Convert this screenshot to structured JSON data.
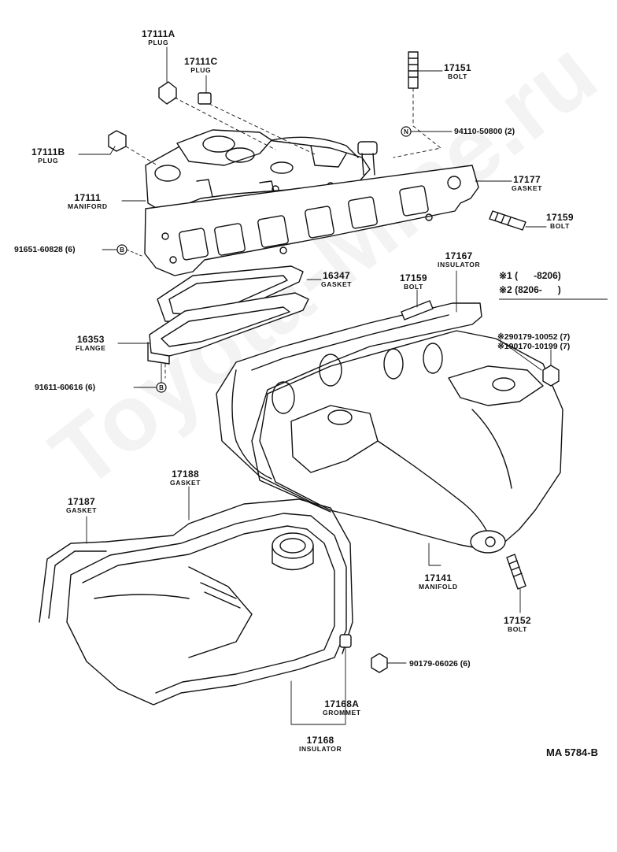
{
  "watermark": "Toyota-Mine.ru",
  "legend": {
    "row1_mark": "※1",
    "row1_text": "(      -8206)",
    "row2_mark": "※2",
    "row2_text": "(8206-      )"
  },
  "reference": "MA 5784-B",
  "callouts": [
    {
      "key": "c17111a",
      "number": "17111A",
      "name": "PLUG"
    },
    {
      "key": "c17111c",
      "number": "17111C",
      "name": "PLUG"
    },
    {
      "key": "c17151",
      "number": "17151",
      "name": "BOLT"
    },
    {
      "key": "c17111b",
      "number": "17111B",
      "name": "PLUG"
    },
    {
      "key": "c17111",
      "number": "17111",
      "name": "MANIFORD"
    },
    {
      "key": "c17177",
      "number": "17177",
      "name": "GASKET"
    },
    {
      "key": "c17159a",
      "number": "17159",
      "name": "BOLT"
    },
    {
      "key": "c16347",
      "number": "16347",
      "name": "GASKET"
    },
    {
      "key": "c17159b",
      "number": "17159",
      "name": "BOLT"
    },
    {
      "key": "c17167",
      "number": "17167",
      "name": "INSULATOR"
    },
    {
      "key": "c16353",
      "number": "16353",
      "name": "FLANGE"
    },
    {
      "key": "c17188",
      "number": "17188",
      "name": "GASKET"
    },
    {
      "key": "c17187",
      "number": "17187",
      "name": "GASKET"
    },
    {
      "key": "c17141",
      "number": "17141",
      "name": "MANIFOLD"
    },
    {
      "key": "c17152",
      "number": "17152",
      "name": "BOLT"
    },
    {
      "key": "c17168a",
      "number": "17168A",
      "name": "GROMMET"
    },
    {
      "key": "c17168",
      "number": "17168",
      "name": "INSULATOR"
    }
  ],
  "part_numbers": [
    {
      "key": "p94110",
      "text": "94110-50800 (2)",
      "marker": "N"
    },
    {
      "key": "p91651",
      "text": "91651-60828 (6)",
      "marker": "B"
    },
    {
      "key": "p91611",
      "text": "91611-60616 (6)",
      "marker": "B"
    },
    {
      "key": "p90179a",
      "text": "※290179-10052 (7)",
      "marker": ""
    },
    {
      "key": "p90170",
      "text": "※190170-10199 (7)",
      "marker": ""
    },
    {
      "key": "p90179b",
      "text": "90179-06026 (6)",
      "marker": ""
    }
  ]
}
